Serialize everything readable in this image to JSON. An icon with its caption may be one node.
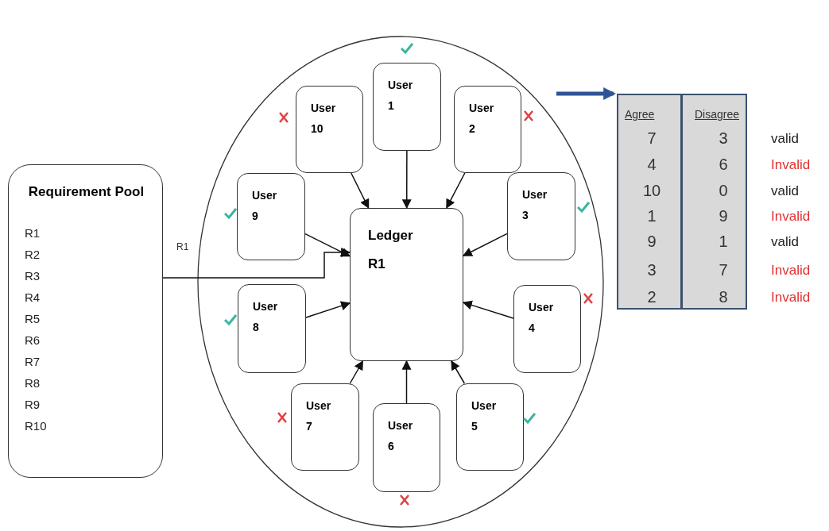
{
  "diagram": {
    "nodes": [
      {
        "text": [
          "Requirement Pool",
          "R1",
          "R2",
          "R3",
          "R4",
          "R5",
          "R6",
          "R7",
          "R8",
          "R9",
          "R10"
        ]
      },
      {
        "text": [],
        "shape": "ellipse"
      },
      {
        "text": [
          "Ledger R1"
        ],
        "in": 1
      },
      {
        "text": [
          "User 1"
        ],
        "in": 1
      },
      {
        "text": [
          "User 2"
        ],
        "in": 1
      },
      {
        "text": [
          "User 3"
        ],
        "in": 1
      },
      {
        "text": [
          "User 4"
        ],
        "in": 1
      },
      {
        "text": [
          "User 5"
        ],
        "in": 1
      },
      {
        "text": [
          "User 6"
        ],
        "in": 1
      },
      {
        "text": [
          "User 7"
        ],
        "in": 1
      },
      {
        "text": [
          "User 8"
        ],
        "in": 1
      },
      {
        "text": [
          "User 9"
        ],
        "in": 1
      },
      {
        "text": [
          "User 10"
        ],
        "in": 1
      },
      {
        "text": [],
        "shape": "box"
      }
    ],
    "edges": [
      {
        "from": 0,
        "to": 2,
        "arrow": "to",
        "label": "R1"
      },
      {
        "from": 3,
        "to": 2,
        "arrow": "to"
      },
      {
        "from": 4,
        "to": 2,
        "arrow": "to"
      },
      {
        "from": 5,
        "to": 2,
        "arrow": "to"
      },
      {
        "from": 6,
        "to": 2,
        "arrow": "to"
      },
      {
        "from": 7,
        "to": 2,
        "arrow": "to"
      },
      {
        "from": 8,
        "to": 2,
        "arrow": "to"
      },
      {
        "from": 9,
        "to": 2,
        "arrow": "to"
      },
      {
        "from": 10,
        "to": 2,
        "arrow": "to"
      },
      {
        "from": 11,
        "to": 2,
        "arrow": "to"
      },
      {
        "from": 12,
        "to": 2,
        "arrow": "to"
      },
      {
        "from": 1,
        "to": 13,
        "arrow": "to",
        "style": "thick",
        "color": "#2f5597"
      }
    ],
    "labels": [
      "Agree",
      "Disagree",
      "7",
      "3",
      "valid",
      "4",
      "6",
      "Invalid",
      "10",
      "0",
      "valid",
      "1",
      "9",
      "Invalid",
      "9",
      "1",
      "valid",
      "3",
      "7",
      "Invalid",
      "2",
      "8",
      "Invalid"
    ]
  }
}
